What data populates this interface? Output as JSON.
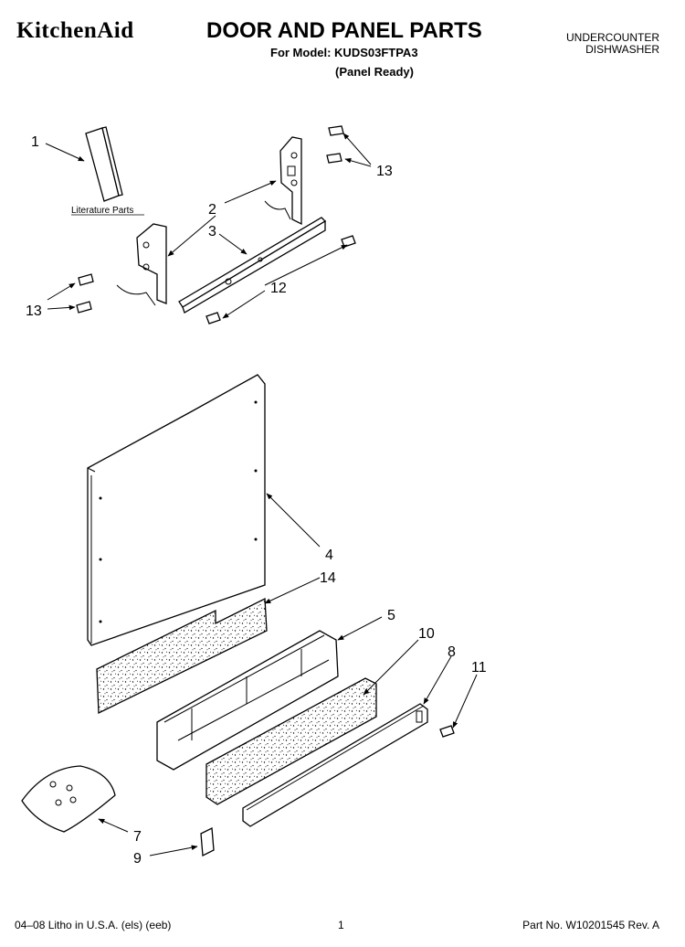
{
  "header": {
    "brand": "KitchenAid",
    "title": "DOOR AND PANEL PARTS",
    "model_line": "For Model: KUDS03FTPA3",
    "panel_note": "(Panel Ready)",
    "category_line1": "UNDERCOUNTER",
    "category_line2": "DISHWASHER"
  },
  "diagram": {
    "literature_label": "Literature Parts",
    "callouts": {
      "c1": "1",
      "c2": "2",
      "c3": "3",
      "c4": "4",
      "c5": "5",
      "c7": "7",
      "c8": "8",
      "c9": "9",
      "c10": "10",
      "c11": "11",
      "c12": "12",
      "c13a": "13",
      "c13b": "13",
      "c14": "14"
    }
  },
  "footer": {
    "left": "04–08 Litho in U.S.A. (els) (eeb)",
    "page": "1",
    "part_no": "Part No. W10201545 Rev. A"
  }
}
